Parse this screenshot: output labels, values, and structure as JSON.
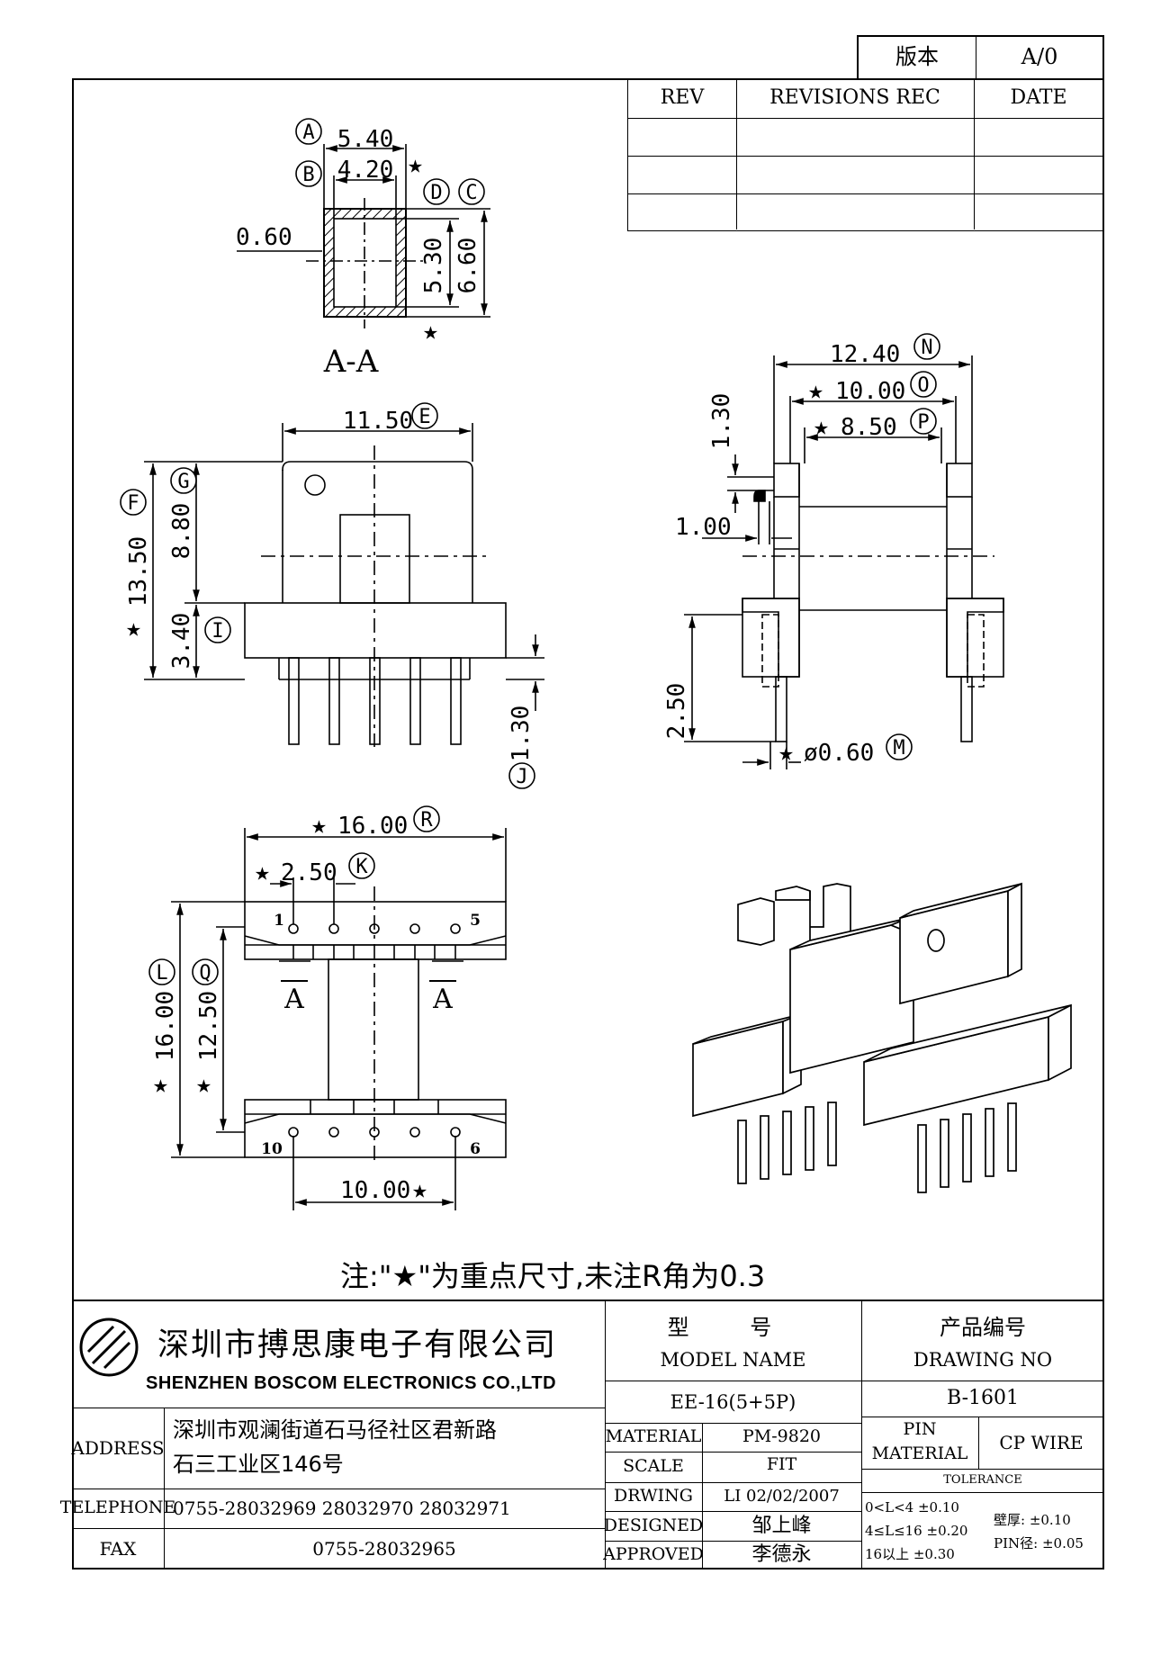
{
  "version_box": {
    "label": "版本",
    "value": "A/0"
  },
  "revisions": {
    "headers": {
      "rev": "REV",
      "rec": "REVISIONS REC",
      "date": "DATE"
    }
  },
  "views": {
    "section_title": "A-A",
    "section_dims": {
      "a": "5.40",
      "b": "4.20",
      "wall": "0.60",
      "inner_h": "5.30",
      "outer_h": "6.60"
    },
    "front_dims": {
      "width": "11.50",
      "total_h": "13.50",
      "upper_h": "8.80",
      "base_h": "3.40",
      "pin_len": "1.30"
    },
    "side_dims": {
      "n": "12.40",
      "o": "10.00",
      "p": "8.50",
      "top": "1.30",
      "slot": "1.00",
      "pin": "2.50",
      "pin_dia": "ø0.60"
    },
    "bottom_dims": {
      "r": "16.00",
      "k": "2.50",
      "l": "16.00",
      "q": "12.50",
      "pitch_total": "10.00"
    },
    "markers": {
      "A": "A",
      "B": "B",
      "C": "C",
      "D": "D",
      "E": "E",
      "F": "F",
      "G": "G",
      "I": "I",
      "J": "J",
      "K": "K",
      "L": "L",
      "M": "M",
      "N": "N",
      "O": "O",
      "P": "P",
      "Q": "Q",
      "R": "R"
    },
    "pins": {
      "p1": "1",
      "p5": "5",
      "p6": "6",
      "p10": "10"
    },
    "section_mark": "A",
    "star": "★"
  },
  "note": "注:\"★\"为重点尺寸,未注R角为0.3",
  "company": {
    "name_cn": "深圳市搏思康电子有限公司",
    "name_en": "SHENZHEN BOSCOM ELECTRONICS CO.,LTD"
  },
  "titleblock": {
    "model_cn": "型 号",
    "model_en": "MODEL NAME",
    "drawing_cn": "产品编号",
    "drawing_en": "DRAWING NO",
    "model_value": "EE-16(5+5P)",
    "drawing_value": "B-1601",
    "address_label": "ADDRESS",
    "address_line1": "深圳市观澜街道石马径社区君新路",
    "address_line2": "石三工业区146号",
    "telephone_label": "TELEPHONE",
    "telephone_value": "0755-28032969 28032970 28032971",
    "fax_label": "FAX",
    "fax_value": "0755-28032965",
    "material_label": "MATERIAL",
    "material_value": "PM-9820",
    "scale_label": "SCALE",
    "scale_value": "FIT",
    "drwing_label": "DRWING",
    "drwing_value": "LI 02/02/2007",
    "designed_label": "DESIGNED",
    "designed_value": "邹上峰",
    "approved_label": "APPROVED",
    "approved_value": "李德永",
    "pin_material_label1": "PIN",
    "pin_material_label2": "MATERIAL",
    "pin_material_value": "CP WIRE",
    "tolerance_label": "TOLERANCE",
    "tol_row1": "0<L<4      ±0.10",
    "tol_row2": "4≤L≤16  ±0.20",
    "tol_row3": "16以上     ±0.30",
    "wall_tol": "壁厚:  ±0.10",
    "pin_tol": "PIN径: ±0.05"
  }
}
